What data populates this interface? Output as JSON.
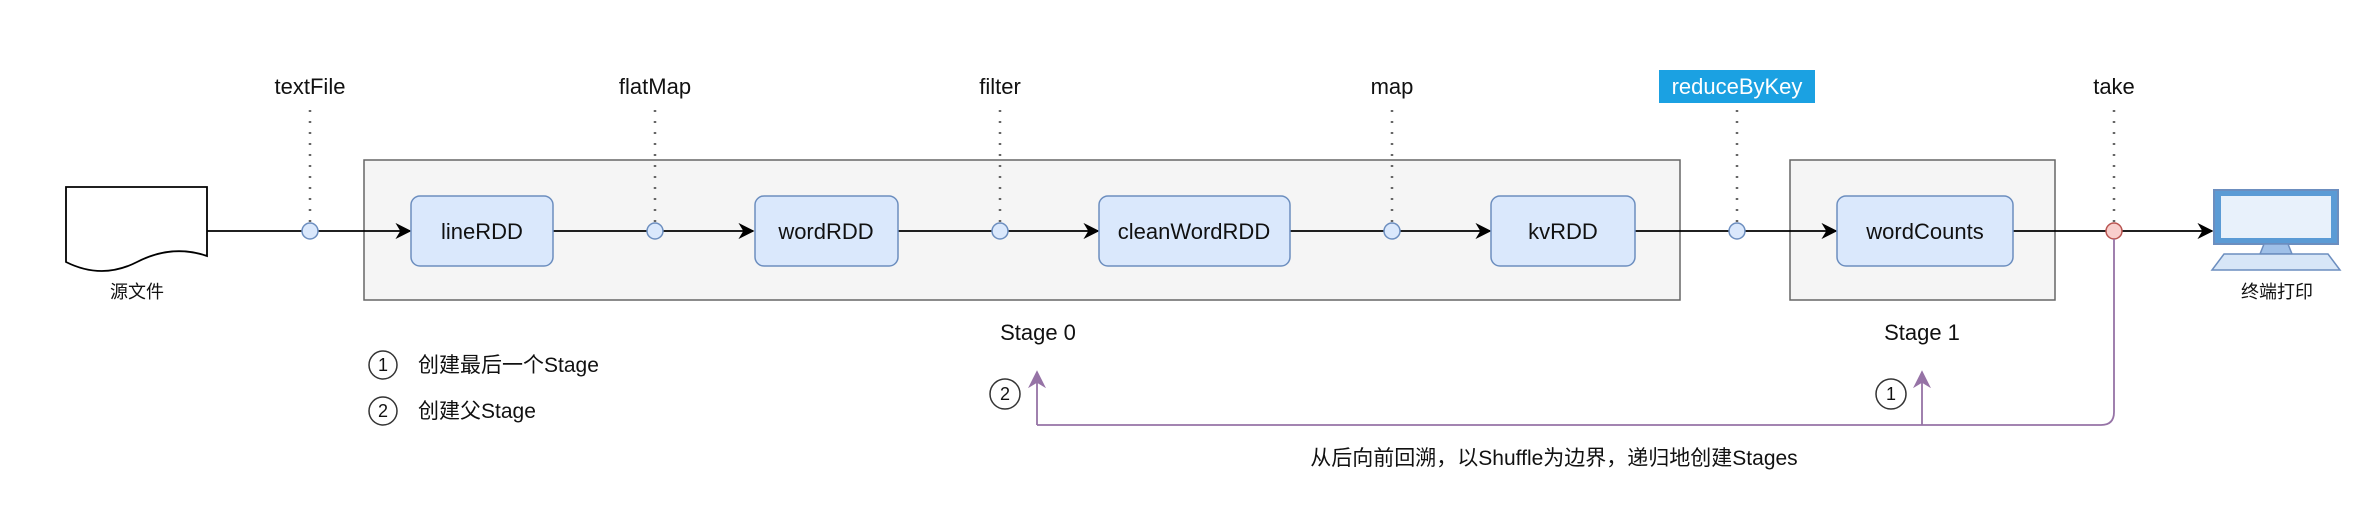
{
  "operators": {
    "textFile": "textFile",
    "flatMap": "flatMap",
    "filter": "filter",
    "map": "map",
    "reduceByKey": "reduceByKey",
    "take": "take"
  },
  "rdds": {
    "lineRDD": "lineRDD",
    "wordRDD": "wordRDD",
    "cleanWordRDD": "cleanWordRDD",
    "kvRDD": "kvRDD",
    "wordCounts": "wordCounts"
  },
  "source_label": "源文件",
  "terminal_label": "终端打印",
  "stages": {
    "stage0": "Stage 0",
    "stage1": "Stage 1"
  },
  "legend": [
    {
      "num": "1",
      "text": "创建最后一个Stage"
    },
    {
      "num": "2",
      "text": "创建父Stage"
    }
  ],
  "backtrack_markers": {
    "stage0": "2",
    "stage1": "1"
  },
  "caption": "从后向前回溯，以Shuffle为边界，递归地创建Stages",
  "colors": {
    "rdd_fill": "#dae8fc",
    "rdd_stroke": "#6c8ebf",
    "stage_fill": "#f5f5f5",
    "stage_stroke": "#666666",
    "highlight_fill": "#1ba1e2",
    "highlight_text": "#ffffff",
    "shuffle_node": "#dae8fc",
    "action_node": "#f8cecc",
    "arrow_purple": "#9673a6"
  }
}
